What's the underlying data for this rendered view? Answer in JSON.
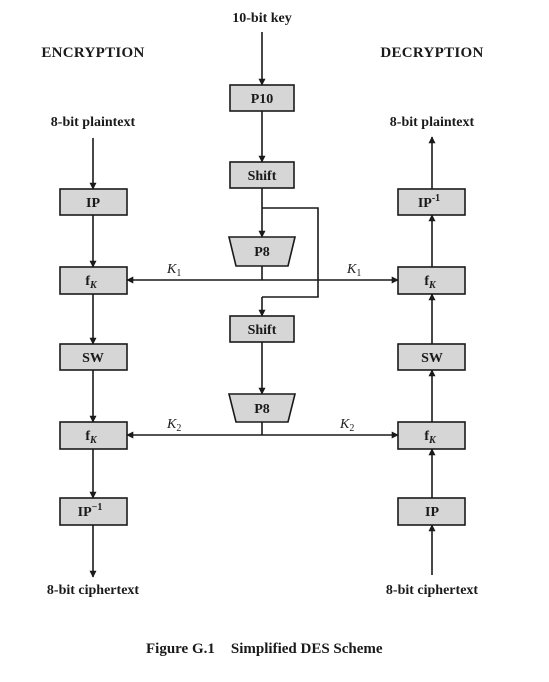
{
  "top_label": "10-bit key",
  "encryption": {
    "heading": "ENCRYPTION",
    "input": "8-bit plaintext",
    "output": "8-bit ciphertext",
    "ip": "IP",
    "fk_base": "f",
    "fk_sub": "K",
    "sw": "SW",
    "ip_inv_base": "IP",
    "ip_inv_sup": "−1"
  },
  "decryption": {
    "heading": "DECRYPTION",
    "input": "8-bit ciphertext",
    "output": "8-bit plaintext",
    "ip": "IP",
    "fk_base": "f",
    "fk_sub": "K",
    "sw": "SW",
    "ip_inv_base": "IP",
    "ip_inv_sup": "-1"
  },
  "key_gen": {
    "p10": "P10",
    "shift": "Shift",
    "p8": "P8"
  },
  "keys": {
    "k_base": "K",
    "k1_sub": "1",
    "k2_sub": "2"
  },
  "caption": {
    "figure": "Figure G.1",
    "title": "Simplified DES Scheme"
  }
}
